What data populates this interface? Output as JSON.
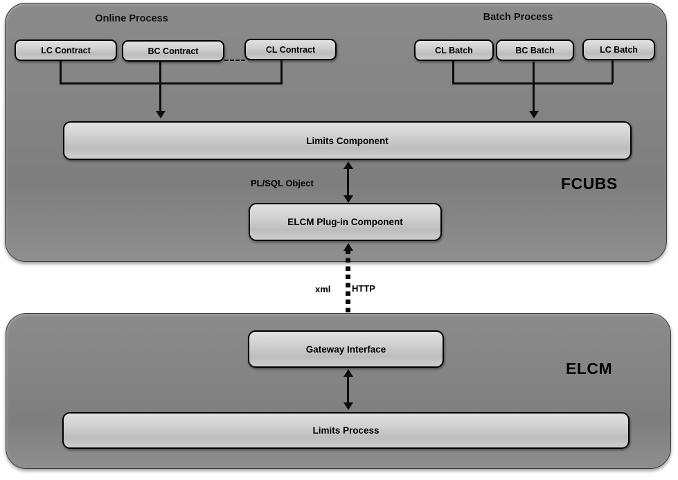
{
  "diagram": {
    "title_top_panel": "FCUBS",
    "title_bottom_panel": "ELCM"
  },
  "fcubs": {
    "label": "FCUBS",
    "groups": {
      "online": "Online Process",
      "batch": "Batch Process"
    },
    "online_nodes": [
      {
        "label": "LC Contract"
      },
      {
        "label": "BC Contract"
      },
      {
        "label": "CL Contract"
      }
    ],
    "batch_nodes": [
      {
        "label": "CL Batch"
      },
      {
        "label": "BC Batch"
      },
      {
        "label": "LC Batch"
      }
    ],
    "limits_component": "Limits Component",
    "plugin_component": "ELCM Plug-in Component",
    "plsql_label": "PL/SQL Object"
  },
  "bridge": {
    "left_label": "xml",
    "right_label": "HTTP"
  },
  "elcm": {
    "label": "ELCM",
    "gateway": "Gateway Interface",
    "limits_process": "Limits Process"
  },
  "colors": {
    "panel_grey": "#848484",
    "node_grey": "#cfcfcf",
    "line_black": "#0b0b0b",
    "background": "#ffffff"
  }
}
